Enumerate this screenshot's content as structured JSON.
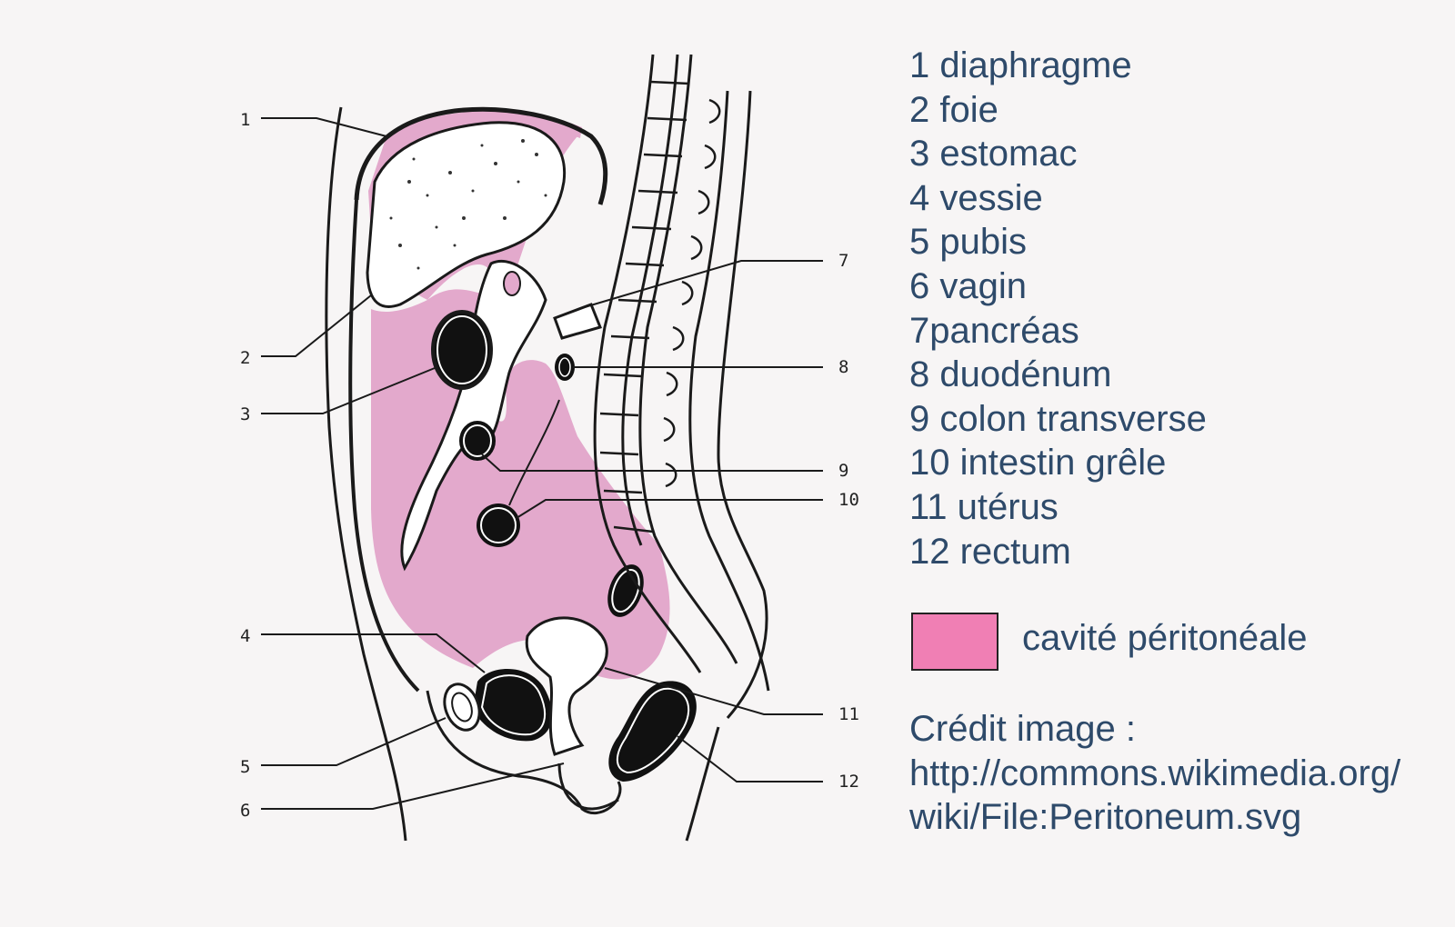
{
  "callouts": [
    "1",
    "2",
    "3",
    "4",
    "5",
    "6",
    "7",
    "8",
    "9",
    "10",
    "11",
    "12"
  ],
  "legend": [
    "1 diaphragme",
    "2 foie",
    "3 estomac",
    "4 vessie",
    "5 pubis",
    "6 vagin",
    "7pancréas",
    "8 duodénum",
    "9 colon transverse",
    "10 intestin grêle",
    "11 utérus",
    "12 rectum"
  ],
  "key": {
    "label": "cavité péritonéale",
    "color": "#f07fb4"
  },
  "credit": {
    "line1": "Crédit image :",
    "line2": "http://commons.wikimedia.org/",
    "line3": "wiki/File:Peritoneum.svg"
  },
  "colors": {
    "cavity": "#e3a9cc",
    "text": "#2e4a6a"
  }
}
